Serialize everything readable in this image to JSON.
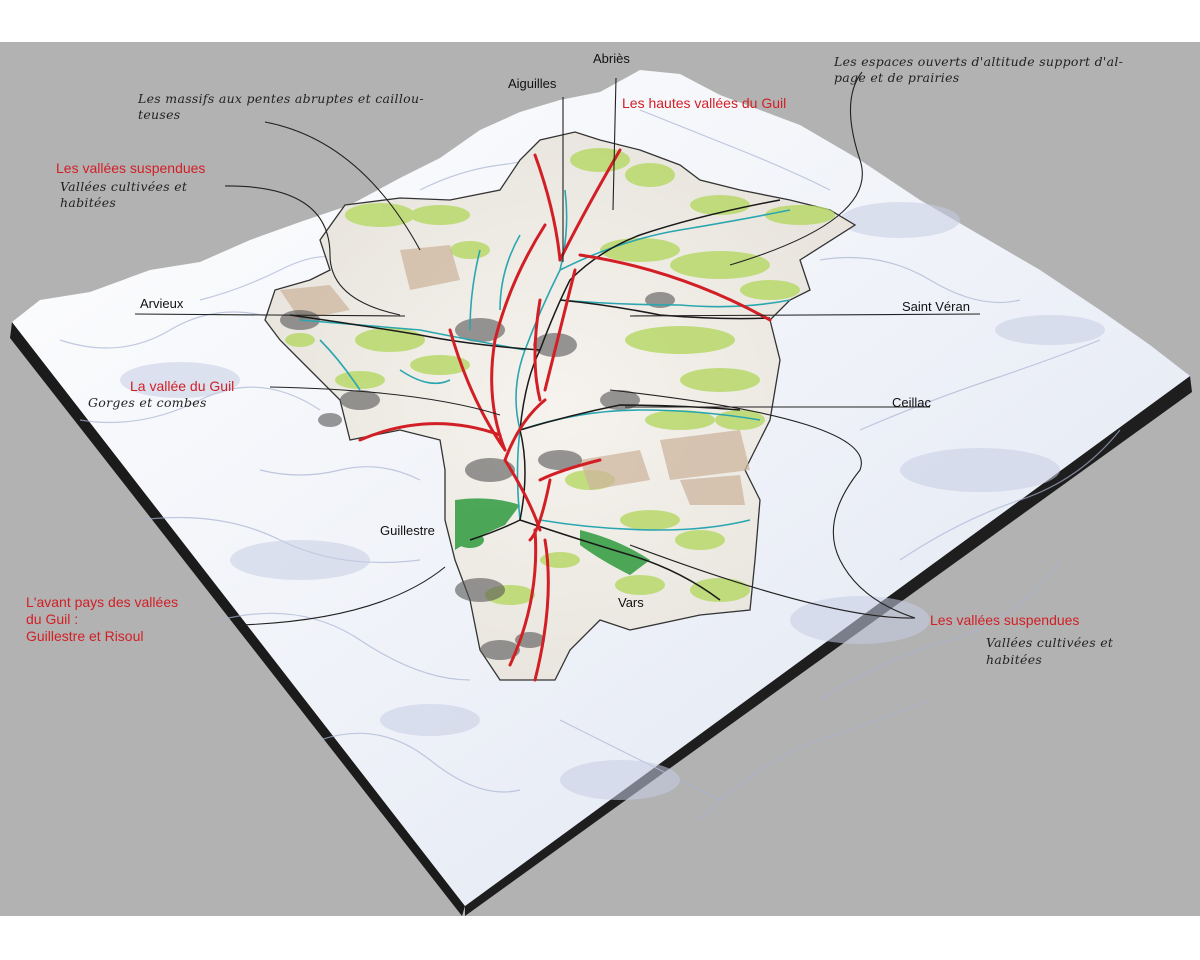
{
  "colors": {
    "frame": "#b2b2b2",
    "snow": "#f4f6fb",
    "shadow": "#9aa6c8",
    "base": "#1b1b1b",
    "meadow": "#b9d96a",
    "forest": "#2f9a3e",
    "river": "#2aa6b0",
    "road": "#1a1a1a",
    "valley_line": "#d21f26",
    "rock": "#cdb59e"
  },
  "towns": {
    "abries": "Abriès",
    "aiguilles": "Aiguilles",
    "arvieux": "Arvieux",
    "saint_veran": "Saint Véran",
    "ceillac": "Ceillac",
    "guillestre": "Guillestre",
    "vars": "Vars"
  },
  "annotations": {
    "hautes_vallees": "Les hautes vallées du Guil",
    "massifs_line1": "Les massifs aux pentes abruptes et caillou-",
    "massifs_line2": "teuses",
    "espaces_line1": "Les espaces ouverts d'altitude  support d'al-",
    "espaces_line2": "page et de prairies",
    "suspendues_nw_title": "Les vallées suspendues",
    "suspendues_nw_sub1": "Vallées cultivées et",
    "suspendues_nw_sub2": "habitées",
    "vallee_guil_title": "La vallée du Guil",
    "vallee_guil_sub": "Gorges et combes",
    "avant_pays_line1": "L'avant pays des vallées",
    "avant_pays_line2": "du Guil :",
    "avant_pays_line3": "Guillestre et Risoul",
    "suspendues_se_title": "Les vallées suspendues",
    "suspendues_se_sub1": "Vallées cultivées et",
    "suspendues_se_sub2": "habitées"
  }
}
